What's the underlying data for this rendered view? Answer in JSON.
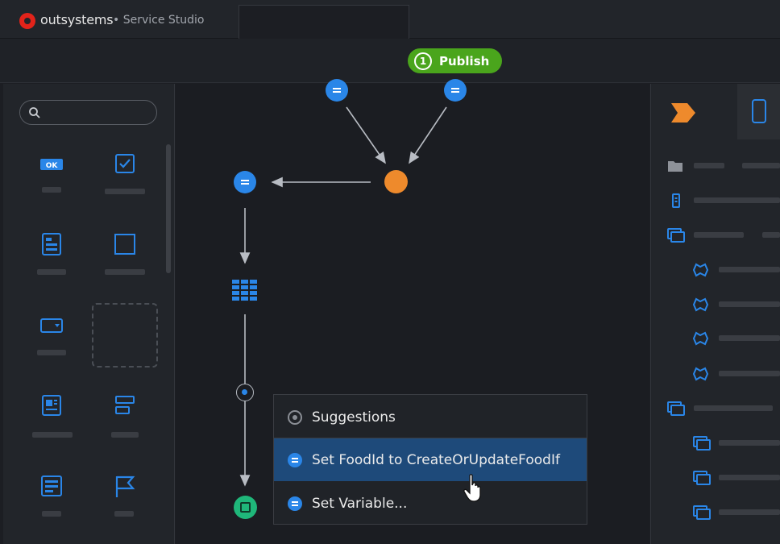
{
  "app": {
    "brand": "outsystems",
    "separator_title": "• Service Studio"
  },
  "toolbar": {
    "publish_number": "1",
    "publish_label": "Publish"
  },
  "left_panel": {
    "search": {
      "placeholder": ""
    },
    "widgets": [
      {
        "name": "button-widget",
        "icon": "ok-button-icon",
        "badge": "OK"
      },
      {
        "name": "checkbox-widget",
        "icon": "checkbox-icon"
      },
      {
        "name": "form-widget",
        "icon": "form-icon"
      },
      {
        "name": "container-widget",
        "icon": "container-icon"
      },
      {
        "name": "dropdown-widget",
        "icon": "dropdown-icon"
      },
      {
        "name": "placeholder-widget",
        "icon": "placeholder-icon"
      },
      {
        "name": "list-widget",
        "icon": "list-icon"
      },
      {
        "name": "layout-widget",
        "icon": "layout-icon"
      },
      {
        "name": "card-widget",
        "icon": "card-icon"
      },
      {
        "name": "flag-widget",
        "icon": "flag-icon"
      }
    ]
  },
  "canvas": {
    "nodes": [
      "assign-node-1",
      "assign-node-2",
      "decision-node",
      "assign-node-3",
      "aggregate-node",
      "insert-point",
      "end-node"
    ]
  },
  "popup": {
    "items": [
      {
        "label": "Suggestions",
        "type": "header"
      },
      {
        "label": "Set FoodId to CreateOrUpdateFoodIf",
        "type": "assign",
        "selected": true
      },
      {
        "label": "Set Variable...",
        "type": "assign"
      }
    ]
  },
  "colors": {
    "accent_blue": "#2a86e8",
    "publish_green": "#4aa51c",
    "orange": "#ee8a2c",
    "end_green": "#1fb77a"
  }
}
